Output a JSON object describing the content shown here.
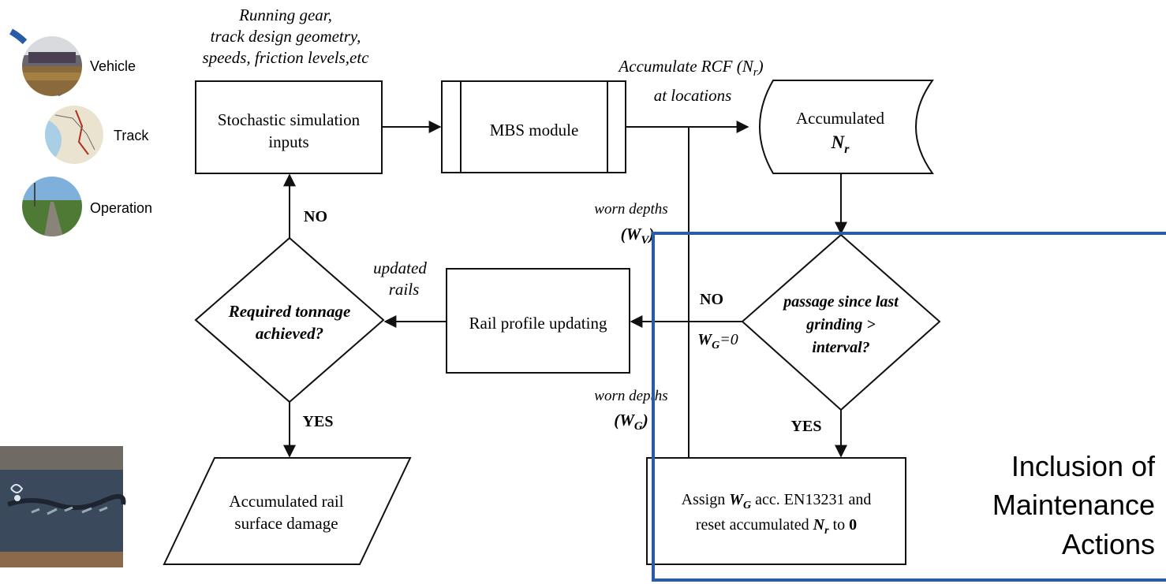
{
  "colors": {
    "ink": "#111111",
    "accent_blue": "#2a5ba8",
    "background": "#ffffff"
  },
  "icons": {
    "vehicle": {
      "label": "Vehicle",
      "icon": "train-photo-icon"
    },
    "track": {
      "label": "Track",
      "icon": "track-map-icon"
    },
    "operation": {
      "label": "Operation",
      "icon": "railway-photo-icon"
    },
    "rail_damage": {
      "icon": "rail-damage-photo-icon"
    }
  },
  "top_note": {
    "line1": "Running gear,",
    "line2": "track design geometry,",
    "line3": "speeds, friction levels,etc"
  },
  "boxes": {
    "stochastic": {
      "line1": "Stochastic simulation",
      "line2": "inputs"
    },
    "mbs": {
      "label": "MBS module"
    },
    "accumulated_nr": {
      "line1": "Accumulated",
      "symbol": "N",
      "sub": "r"
    },
    "rail_profile": {
      "label": "Rail profile updating"
    },
    "accumulated_damage": {
      "line1": "Accumulated rail",
      "line2": "surface damage"
    },
    "assign": {
      "line1_pre": "Assign ",
      "line1_sym": "W",
      "line1_sub": "G",
      "line1_post": " acc. EN13231 and",
      "line2_pre": "reset accumulated ",
      "line2_sym": "N",
      "line2_sub": "r",
      "line2_mid": " to ",
      "line2_val": "0"
    }
  },
  "decisions": {
    "tonnage": {
      "line1": "Required tonnage",
      "line2": "achieved?"
    },
    "passage": {
      "line1": "passage since last",
      "line2": "grinding >",
      "line3": "interval?"
    }
  },
  "labels": {
    "accumulate_rcf": {
      "line1_pre": "Accumulate RCF (",
      "symbol": "N",
      "sub": "r",
      "line1_post": ")",
      "line2": "at locations"
    },
    "worn_depths_v": {
      "line1": "worn depths",
      "open": "(",
      "symbol": "W",
      "sub": "V",
      "close": ")"
    },
    "worn_depths_g": {
      "line1": "worn depths",
      "open": "(",
      "symbol": "W",
      "sub": "G",
      "close": ")"
    },
    "updated_rails": {
      "line1": "updated",
      "line2": "rails"
    },
    "no_left": "NO",
    "yes_left": "YES",
    "no_right": "NO",
    "yes_right": "YES",
    "wg_zero": {
      "symbol": "W",
      "sub": "G",
      "post": "=0"
    }
  },
  "maintenance_caption": {
    "line1": "Inclusion of",
    "line2": "Maintenance",
    "line3": "Actions"
  }
}
